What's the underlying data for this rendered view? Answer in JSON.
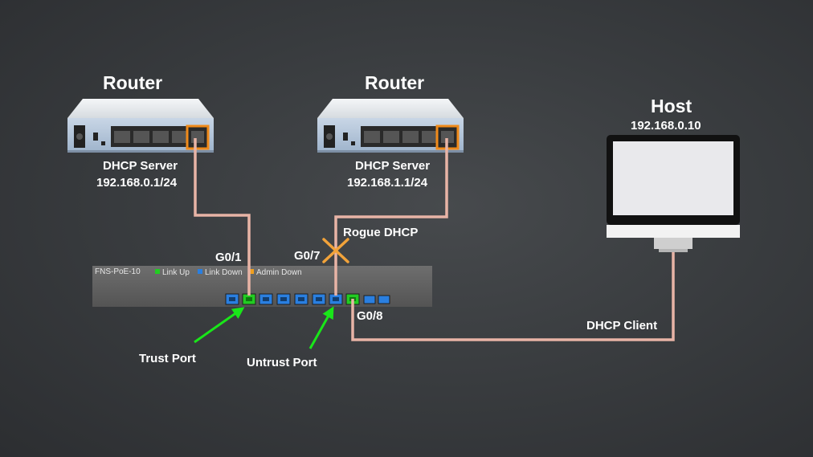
{
  "router_left": {
    "title": "Router",
    "role": "DHCP Server",
    "ip": "192.168.0.1/24"
  },
  "router_mid": {
    "title": "Router",
    "role": "DHCP Server",
    "ip": "192.168.1.1/24"
  },
  "host": {
    "title": "Host",
    "ip": "192.168.0.10",
    "role": "DHCP Client"
  },
  "switch": {
    "model": "FNS-PoE-10",
    "legend": [
      {
        "label": "Link Up",
        "color": "#22cc22"
      },
      {
        "label": "Link Down",
        "color": "#2a7fe0"
      },
      {
        "label": "Admin Down",
        "color": "#f0a020"
      }
    ]
  },
  "ports": {
    "g01": "G0/1",
    "g07": "G0/7",
    "g08": "G0/8"
  },
  "annotations": {
    "rogue": "Rogue DHCP",
    "trust": "Trust Port",
    "untrust": "Untrust Port"
  },
  "colors": {
    "cable": "#e8b4a6",
    "arrow": "#19e619",
    "cross": "#f2a33a",
    "link_up": "#22cc22",
    "link_down": "#2a7fe0"
  }
}
